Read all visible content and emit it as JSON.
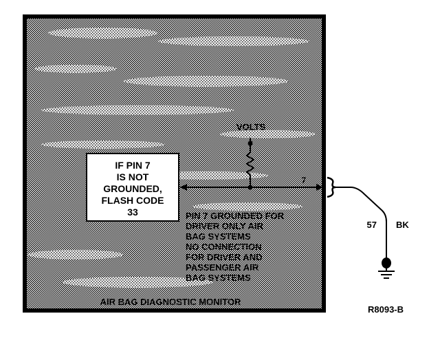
{
  "monitor": {
    "title": "AIR BAG DIAGNOSTIC MONITOR"
  },
  "supply": {
    "label": "VOLTS"
  },
  "flash_box": {
    "lines": [
      "IF PIN 7",
      "IS NOT",
      "GROUNDED,",
      "FLASH CODE",
      "33"
    ]
  },
  "note": {
    "lines": [
      "PIN 7 GROUNDED FOR",
      "DRIVER ONLY AIR",
      "BAG SYSTEMS",
      "NO CONNECTION",
      "FOR DRIVER AND",
      "PASSENGER AIR",
      "BAG SYSTEMS"
    ]
  },
  "pin": {
    "number": "7"
  },
  "wire": {
    "circuit": "57",
    "color": "BK"
  },
  "figure_id": "R8093-B",
  "colors": {
    "line": "#000000",
    "background": "#ffffff",
    "box_fill": "#ffffff"
  }
}
